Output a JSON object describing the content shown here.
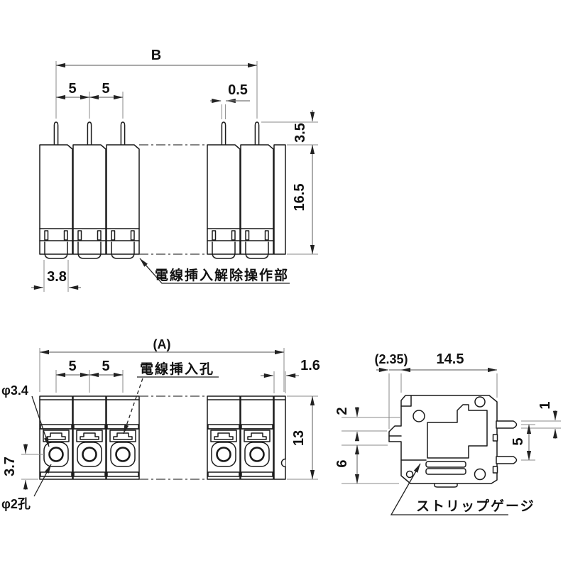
{
  "front_view": {
    "dim_overall": "B",
    "dim_pitch_1": "5",
    "dim_pitch_2": "5",
    "dim_pin_width": "0.5",
    "dim_pin_height": "3.5",
    "dim_body_height": "16.5",
    "dim_lever_width": "3.8",
    "label_release_lever": "電線挿入解除操作部"
  },
  "plan_view": {
    "dim_overall": "(A)",
    "dim_pitch_1": "5",
    "dim_pitch_2": "5",
    "label_wire_hole": "電線挿入孔",
    "dim_end_margin": "1.6",
    "dim_depth": "13",
    "label_hole_diameter": "φ3.4",
    "dim_hole_offset": "3.7",
    "label_small_hole": "φ2孔"
  },
  "side_view": {
    "dim_lever_offset": "(2.35)",
    "dim_width": "14.5",
    "dim_slot_height": "2",
    "dim_lower_height": "6",
    "dim_pin_thickness": "1",
    "dim_pin_pitch": "5",
    "label_strip_gauge": "ストリップゲージ"
  },
  "colors": {
    "line": "#1a1a1a",
    "dimension": "#767676",
    "shade": "#cfcfcf",
    "background": "#ffffff"
  }
}
